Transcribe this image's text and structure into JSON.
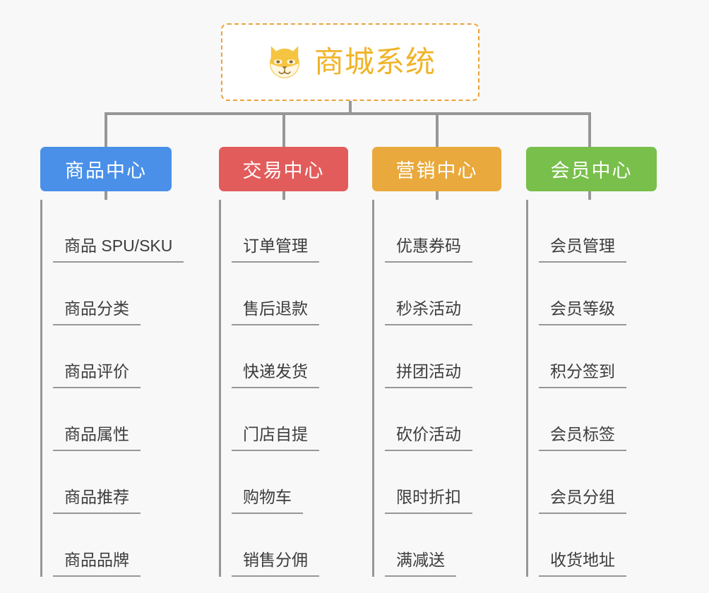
{
  "canvas": {
    "background_color": "#f8f8f8",
    "connector_color": "#979797"
  },
  "root": {
    "title": "商城系统",
    "icon": "shiba-dog-face-icon",
    "border_color": "#e9a43c",
    "text_color": "#f0b429",
    "background_color": "#ffffff"
  },
  "columns": [
    {
      "title": "商品中心",
      "color": "#4a90e8",
      "items": [
        {
          "label": "商品 SPU/SKU"
        },
        {
          "label": "商品分类"
        },
        {
          "label": "商品评价"
        },
        {
          "label": "商品属性"
        },
        {
          "label": "商品推荐"
        },
        {
          "label": "商品品牌"
        }
      ]
    },
    {
      "title": "交易中心",
      "color": "#e25c5c",
      "items": [
        {
          "label": "订单管理"
        },
        {
          "label": "售后退款"
        },
        {
          "label": "快递发货"
        },
        {
          "label": "门店自提"
        },
        {
          "label": "购物车"
        },
        {
          "label": "销售分佣"
        }
      ]
    },
    {
      "title": "营销中心",
      "color": "#e9a93c",
      "items": [
        {
          "label": "优惠券码"
        },
        {
          "label": "秒杀活动"
        },
        {
          "label": "拼团活动"
        },
        {
          "label": "砍价活动"
        },
        {
          "label": "限时折扣"
        },
        {
          "label": "满减送"
        }
      ]
    },
    {
      "title": "会员中心",
      "color": "#79bf4b",
      "items": [
        {
          "label": "会员管理"
        },
        {
          "label": "会员等级"
        },
        {
          "label": "积分签到"
        },
        {
          "label": "会员标签"
        },
        {
          "label": "会员分组"
        },
        {
          "label": "收货地址"
        }
      ]
    }
  ]
}
